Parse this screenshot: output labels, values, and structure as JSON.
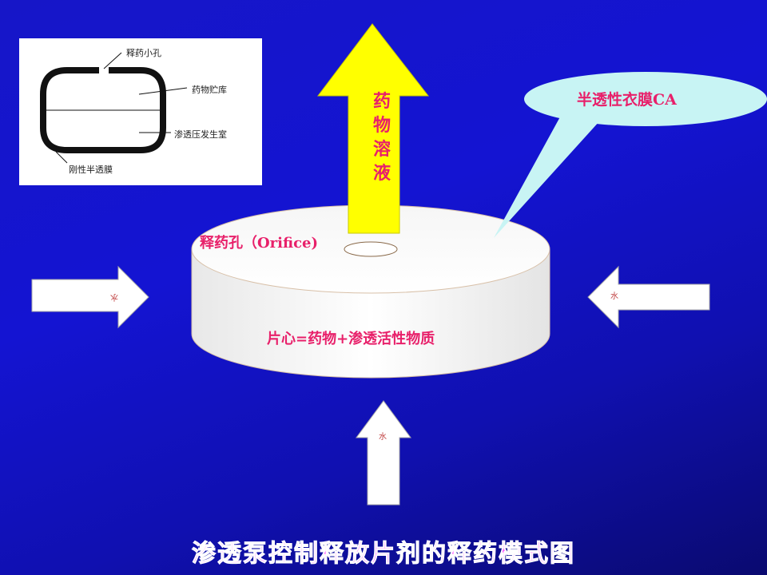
{
  "inset": {
    "label_hole": "释药小孔",
    "label_reservoir": "药物贮库",
    "label_osmotic": "渗透压发生室",
    "label_membrane": "刚性半透膜"
  },
  "arrow_up_text": [
    "药",
    "物",
    "溶",
    "液"
  ],
  "callout": "半透性衣膜CA",
  "orifice_label": "释药孔（Orifice)",
  "tablet_core": "片心=药物+渗透活性物质",
  "water_left": "水",
  "water_right": "水",
  "water_bottom": "水",
  "title": "渗透泵控制释放片剂的释药模式图",
  "colors": {
    "background": "#1414d2",
    "arrow_yellow": "#ffff00",
    "pink_text": "#e8206a",
    "callout_fill": "#c8f4f4",
    "title_fill": "#ff44ff"
  }
}
